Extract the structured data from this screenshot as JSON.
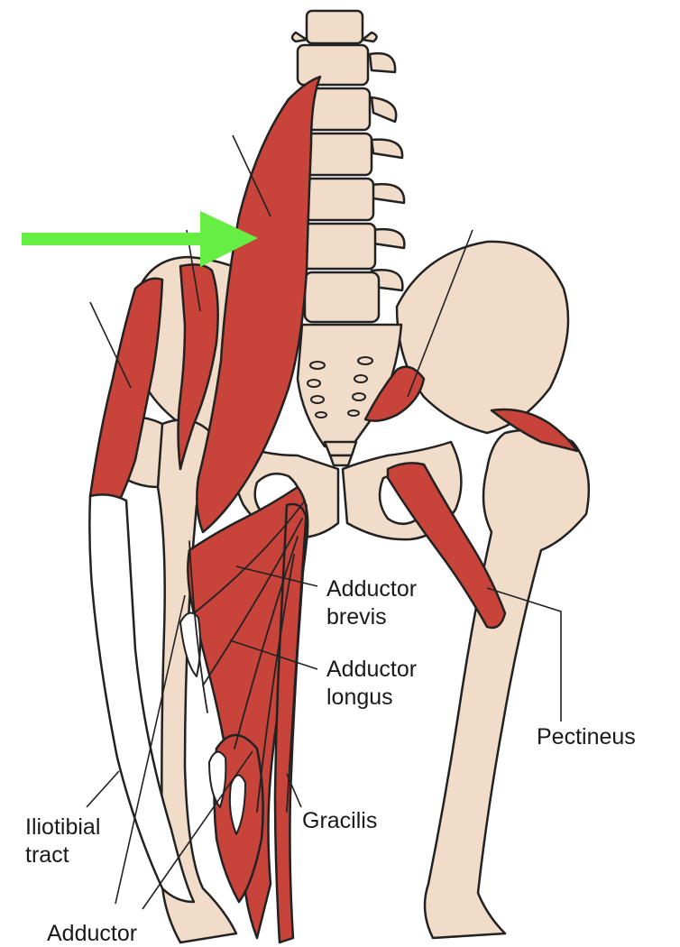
{
  "labels": {
    "adductor_brevis": [
      "Adductor",
      "brevis"
    ],
    "adductor_longus": [
      "Adductor",
      "longus"
    ],
    "pectineus": "Pectineus",
    "gracilis": "Gracilis",
    "iliotibial_tract": [
      "Iliotibial",
      "tract"
    ],
    "adductor_magnus_partial": "Adductor"
  },
  "colors": {
    "bone": "#f0dcc8",
    "muscle": "#c8443a",
    "outline": "#222222",
    "arrow": "#66ee44",
    "background": "#ffffff"
  },
  "icons": {
    "pointer": "green-arrow-icon"
  }
}
